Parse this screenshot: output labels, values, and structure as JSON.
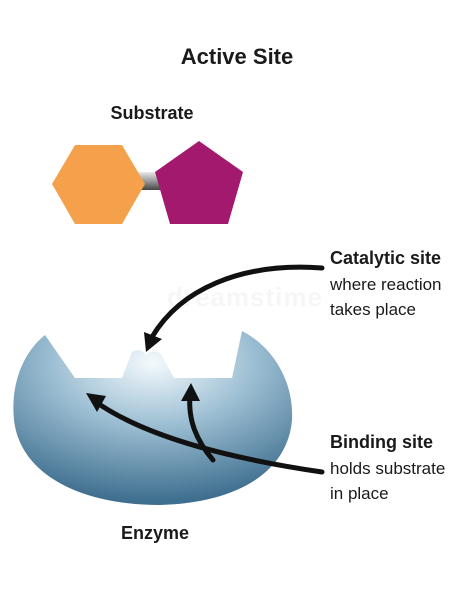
{
  "title": "Active Site",
  "substrate_label": "Substrate",
  "enzyme_label": "Enzyme",
  "catalytic_site": {
    "heading": "Catalytic site",
    "line1": "where reaction",
    "line2": "takes place"
  },
  "binding_site": {
    "heading": "Binding site",
    "line1": "holds substrate",
    "line2": "in place"
  },
  "watermark": "dreamstime",
  "colors": {
    "hexagon": "#f5a04a",
    "pentagon": "#a3196e",
    "enzyme_dark": "#3f6f8f",
    "enzyme_light": "#e6f1f7",
    "arrow": "#111111"
  }
}
